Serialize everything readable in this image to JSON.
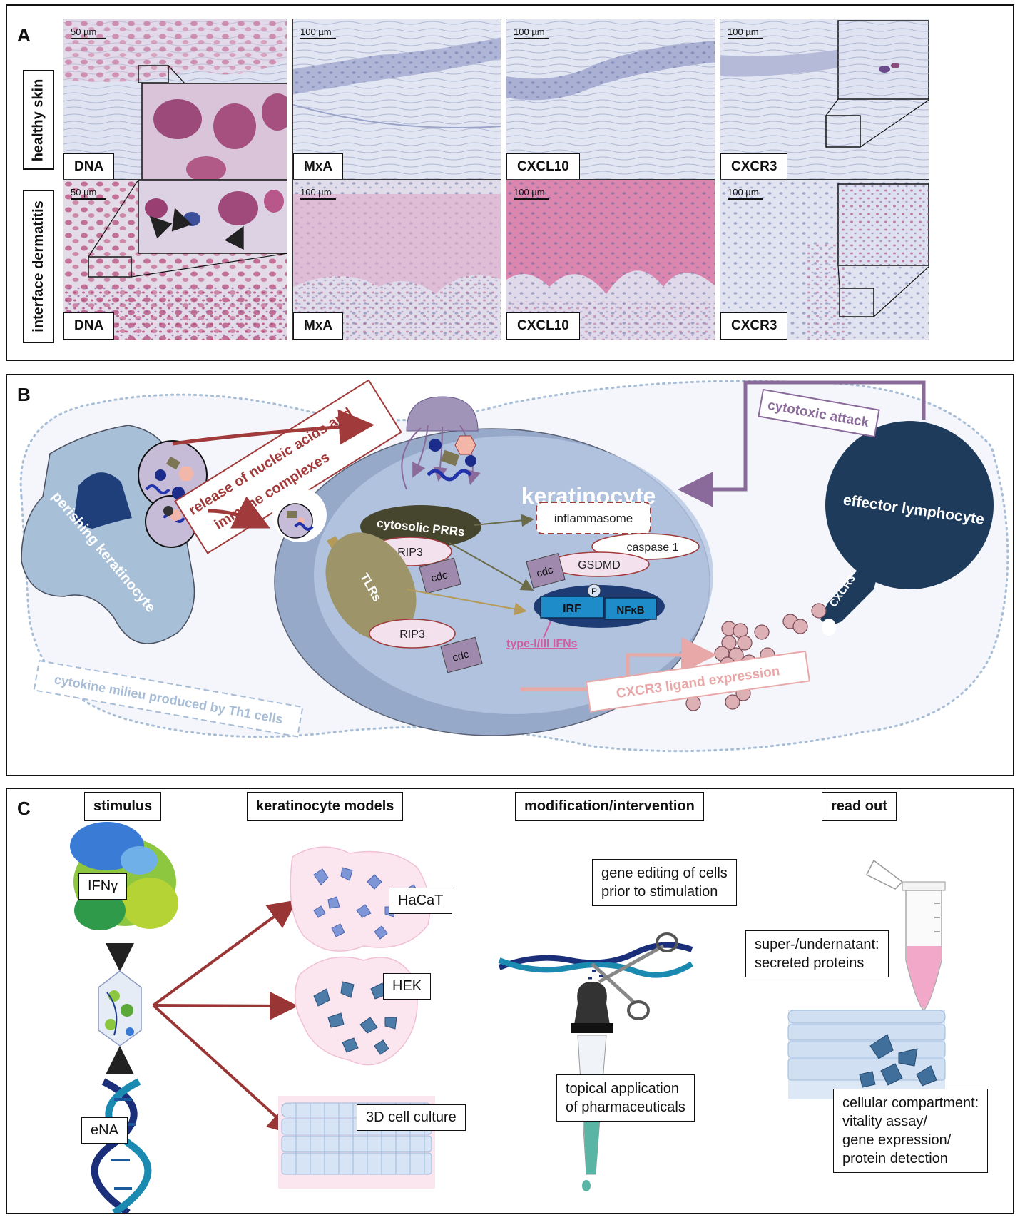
{
  "panelA": {
    "label": "A",
    "rows": [
      {
        "label": "healthy skin",
        "tiles": [
          {
            "stain": "DNA",
            "scale": "50 µm"
          },
          {
            "stain": "MxA",
            "scale": "100 µm"
          },
          {
            "stain": "CXCL10",
            "scale": "100 µm"
          },
          {
            "stain": "CXCR3",
            "scale": "100 µm"
          }
        ]
      },
      {
        "label": "interface dermatitis",
        "tiles": [
          {
            "stain": "DNA",
            "scale": "50 µm"
          },
          {
            "stain": "MxA",
            "scale": "100 µm"
          },
          {
            "stain": "CXCL10",
            "scale": "100 µm"
          },
          {
            "stain": "CXCR3",
            "scale": "100 µm"
          }
        ]
      }
    ],
    "colors": {
      "hematoxylin": "#c9d0e6",
      "dermis": "#dde1ef",
      "red_stain": "#d9699a"
    }
  },
  "panelB": {
    "label": "B",
    "perishing": "perishing keratinocyte",
    "release": [
      "release of nucleic acids and",
      "immune complexes"
    ],
    "keratinocyte": "keratinocyte",
    "cytosolic": "cytosolic PRRs",
    "tlrs": "TLRs",
    "rip3": "RIP3",
    "cdc": "cdc",
    "inflammasome": "inflammasome",
    "caspase": "caspase 1",
    "gsdmd": "GSDMD",
    "irf": "IRF",
    "nfkb": "NFκB",
    "p": "P",
    "ifns": "type-I/III IFNs",
    "cytotoxic": "cytotoxic attack",
    "effector": "effector lymphocyte",
    "cxcr3": "CXCR3",
    "ligand": "CXCR3 ligand expression",
    "milieu": "cytokine milieu produced by Th1 cells",
    "colors": {
      "dark_red": "#a13a3a",
      "purple": "#8a6a9a",
      "navy": "#1f3b5c",
      "pink": "#e8a8a8"
    }
  },
  "panelC": {
    "label": "C",
    "headers": [
      "stimulus",
      "keratinocyte models",
      "modification/intervention",
      "read out"
    ],
    "ifng": "IFNγ",
    "ena": "eNA",
    "hacat": "HaCaT",
    "hek": "HEK",
    "culture3d": "3D cell culture",
    "gene_editing": [
      "gene editing of cells",
      "prior to stimulation"
    ],
    "topical": [
      "topical application",
      "of pharmaceuticals"
    ],
    "supernatant": [
      "super-/undernatant:",
      "secreted proteins"
    ],
    "cellular": [
      "cellular compartment:",
      "vitality assay/",
      "gene expression/",
      "protein detection"
    ]
  }
}
